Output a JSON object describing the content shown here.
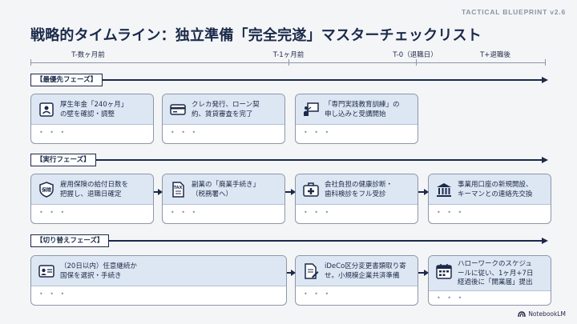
{
  "header": {
    "version": "TACTICAL BLUEPRINT v2.6",
    "title": "戦略的タイムライン：独立準備「完全完遂」マスターチェックリスト"
  },
  "timeline": {
    "labels": [
      "T-数ヶ月前",
      "T-1ヶ月前",
      "T-0（退職日）",
      "T+退職後"
    ]
  },
  "phases": [
    {
      "label": "【最優先フェーズ】",
      "cards": [
        {
          "icon": "pension-handbook-icon",
          "text": [
            "厚生年金「240ヶ月」",
            "の壁を確認・調整"
          ]
        },
        {
          "icon": "credit-card-icon",
          "text": [
            "クレカ発行、ローン契",
            "約、賃貸審査を完了"
          ]
        },
        {
          "icon": "training-board-icon",
          "text": [
            "「専門実践教育訓練」の",
            "申し込みと受講開始"
          ]
        }
      ]
    },
    {
      "label": "【実行フェーズ】",
      "cards": [
        {
          "icon": "insurance-shield-icon",
          "icon_text": "保険",
          "text": [
            "雇用保険の給付日数を",
            "把握し、退職日確定"
          ]
        },
        {
          "icon": "tax-document-icon",
          "icon_text": "TAX",
          "text": [
            "副業の「廃業手続き」",
            "（税務署へ）"
          ]
        },
        {
          "icon": "medical-kit-icon",
          "text": [
            "会社負担の健康診断・",
            "歯科検診をフル受診"
          ]
        },
        {
          "icon": "bank-icon",
          "text": [
            "事業用口座の新規開設、",
            "キーマンとの連絡先交換"
          ]
        }
      ]
    },
    {
      "label": "【切り替えフェーズ】",
      "cards": [
        {
          "icon": "id-card-icon",
          "text": [
            "（20日以内）任意継続か",
            "国保を選択・手続き"
          ]
        },
        {
          "icon": "ideco-form-icon",
          "text": [
            "iDeCo区分変更書類取り寄",
            "せ。小規模企業共済準備"
          ]
        },
        {
          "icon": "calendar-icon",
          "text": [
            "ハローワークのスケジュ",
            "ールに従い、1ヶ月+7日",
            "経過後に「開業届」提出"
          ]
        }
      ]
    }
  ],
  "dots": "• • •",
  "footer": {
    "brand": "NotebookLM"
  },
  "colors": {
    "navy": "#1b2a4a",
    "card_header": "#dde6f3",
    "background": "#f4f5f7"
  }
}
